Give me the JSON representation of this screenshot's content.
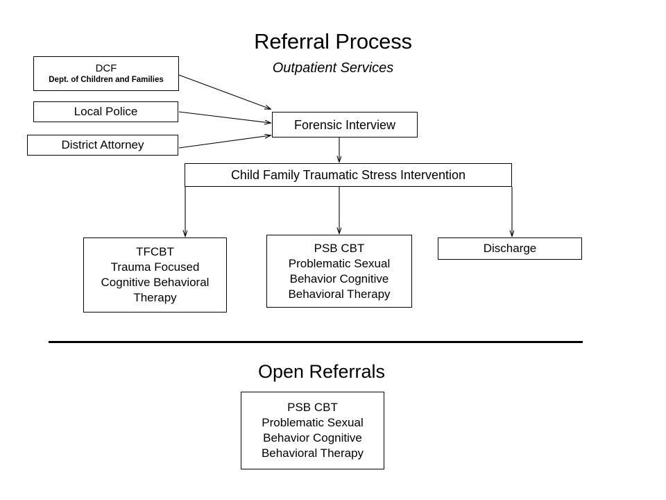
{
  "diagram": {
    "title": "Referral Process",
    "subtitle": "Outpatient Services",
    "section_title": "Open Referrals",
    "line_color": "#000000",
    "background": "#ffffff"
  },
  "nodes": {
    "dcf": {
      "title": "DCF",
      "subtitle": "Dept. of Children and Families"
    },
    "local_police": {
      "label": "Local Police"
    },
    "district_attorney": {
      "label": "District Attorney"
    },
    "forensic_interview": {
      "label": "Forensic Interview"
    },
    "cftsi": {
      "label": "Child Family Traumatic Stress Intervention"
    },
    "tfcbt": {
      "line1": "TFCBT",
      "line2": "Trauma Focused",
      "line3": "Cognitive Behavioral",
      "line4": "Therapy"
    },
    "psb_cbt": {
      "line1": "PSB CBT",
      "line2": "Problematic Sexual",
      "line3": "Behavior Cognitive",
      "line4": "Behavioral Therapy"
    },
    "discharge": {
      "label": "Discharge"
    },
    "open_psb_cbt": {
      "line1": "PSB CBT",
      "line2": "Problematic Sexual",
      "line3": "Behavior Cognitive",
      "line4": "Behavioral Therapy"
    }
  },
  "edges": [
    {
      "from": "dcf",
      "to": "forensic_interview"
    },
    {
      "from": "local_police",
      "to": "forensic_interview"
    },
    {
      "from": "district_attorney",
      "to": "forensic_interview"
    },
    {
      "from": "forensic_interview",
      "to": "cftsi"
    },
    {
      "from": "cftsi",
      "to": "tfcbt"
    },
    {
      "from": "cftsi",
      "to": "psb_cbt"
    },
    {
      "from": "cftsi",
      "to": "discharge"
    }
  ]
}
